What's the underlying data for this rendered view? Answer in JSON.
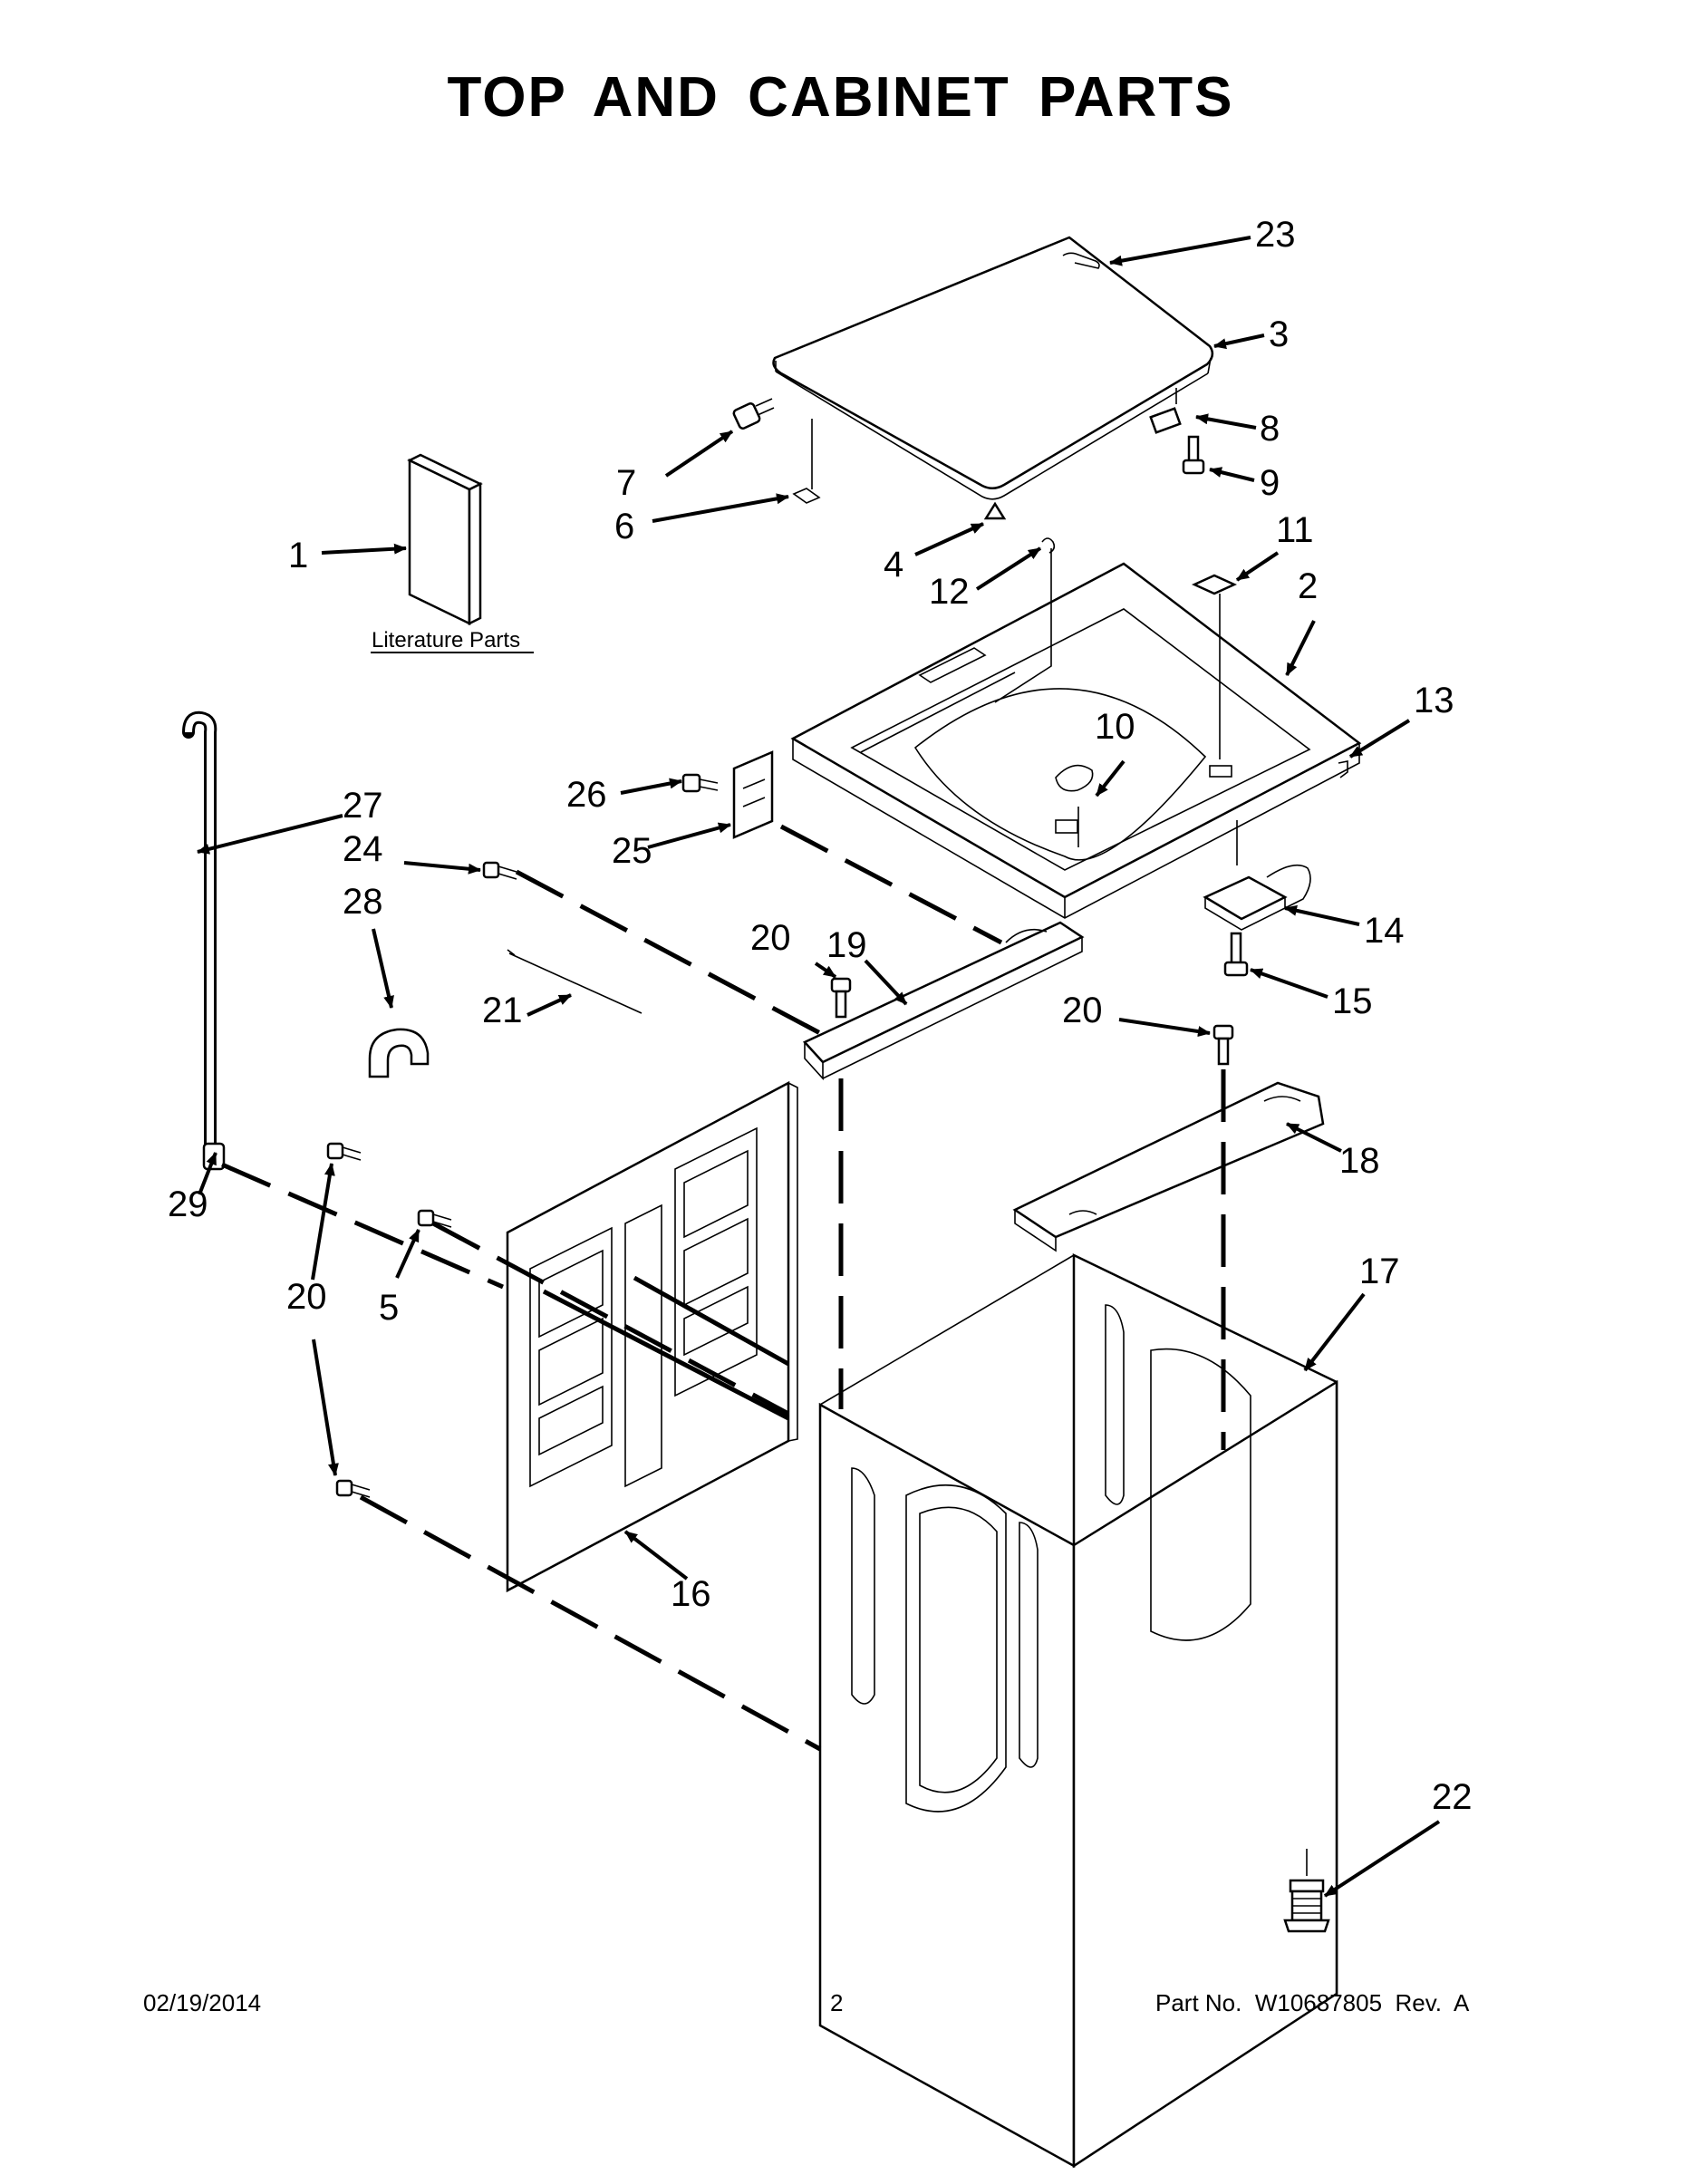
{
  "title": "TOP AND CABINET PARTS",
  "literature_label": "Literature Parts",
  "callouts": {
    "c1": "1",
    "c2": "2",
    "c3": "3",
    "c4": "4",
    "c5": "5",
    "c6": "6",
    "c7": "7",
    "c8": "8",
    "c9": "9",
    "c10": "10",
    "c11": "11",
    "c12": "12",
    "c13": "13",
    "c14": "14",
    "c15": "15",
    "c16": "16",
    "c17": "17",
    "c18": "18",
    "c19": "19",
    "c20a": "20",
    "c20b": "20",
    "c20c": "20",
    "c21": "21",
    "c22": "22",
    "c23": "23",
    "c24": "24",
    "c25": "25",
    "c26": "26",
    "c27": "27",
    "c28": "28",
    "c29": "29"
  },
  "footer": {
    "date": "02/19/2014",
    "page": "2",
    "part_number": "Part No.  W10687805  Rev.  A"
  }
}
